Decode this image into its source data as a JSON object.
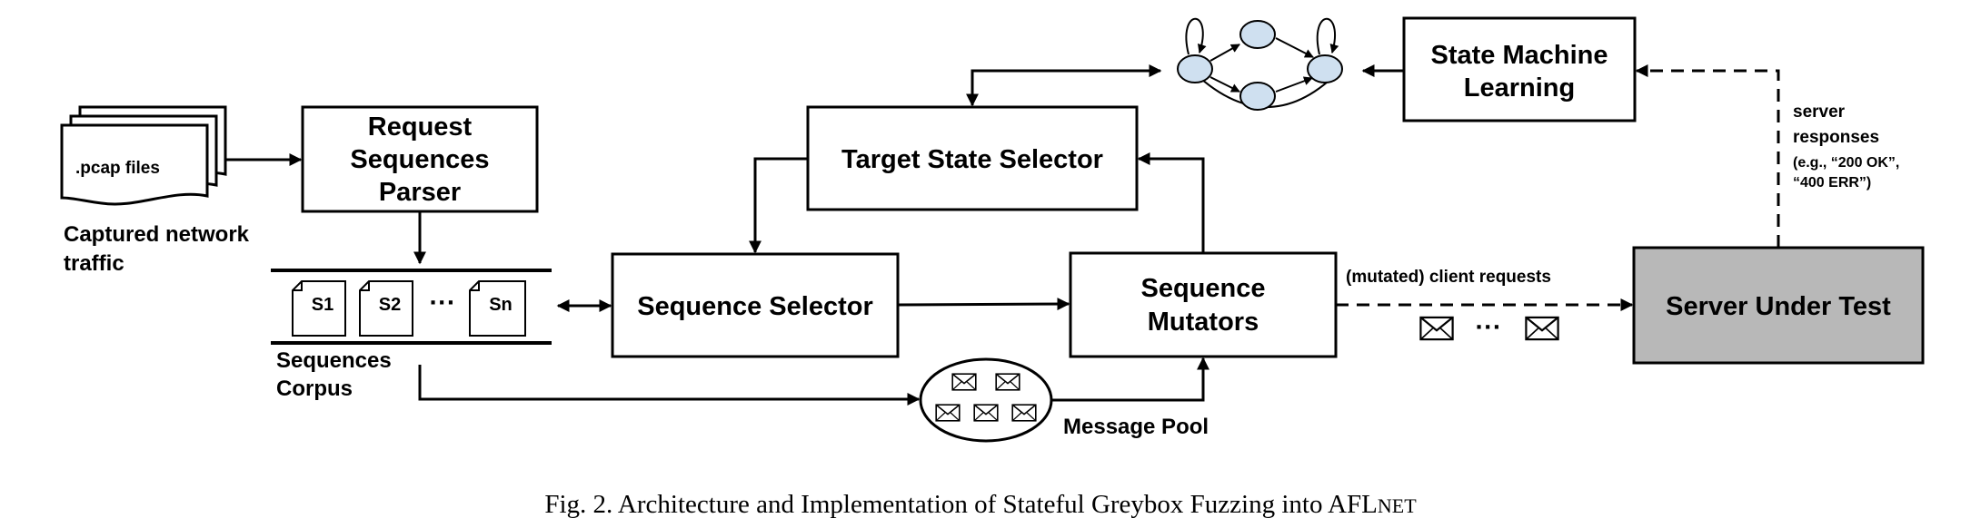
{
  "inputs": {
    "pcap_label": ".pcap files",
    "traffic_label_line1": "Captured network",
    "traffic_label_line2": "traffic"
  },
  "parser": {
    "line1": "Request",
    "line2": "Sequences",
    "line3": "Parser"
  },
  "corpus": {
    "items": [
      "S1",
      "S2",
      "Sn"
    ],
    "ellipsis": "···",
    "label_line1": "Sequences",
    "label_line2": "Corpus"
  },
  "target_state_selector": {
    "label": "Target State Selector"
  },
  "sequence_selector": {
    "label": "Sequence Selector"
  },
  "sequence_mutators": {
    "line1": "Sequence",
    "line2": "Mutators"
  },
  "message_pool": {
    "label": "Message Pool"
  },
  "state_machine_learning": {
    "line1": "State Machine",
    "line2": "Learning"
  },
  "server": {
    "label": "Server Under Test"
  },
  "requests": {
    "label": "(mutated) client requests",
    "ellipsis": "···"
  },
  "responses": {
    "line1": "server",
    "line2": "responses",
    "line3": "(e.g., “200 OK”,",
    "line4": "“400 ERR”)"
  },
  "caption": {
    "prefix": "Fig. 2.  Architecture and Implementation of Stateful Greybox Fuzzing into AFL",
    "suffix": "NET"
  },
  "colors": {
    "server_fill": "#b8b8b8",
    "state_fill": "#cfe0f0",
    "stroke": "#000000"
  }
}
